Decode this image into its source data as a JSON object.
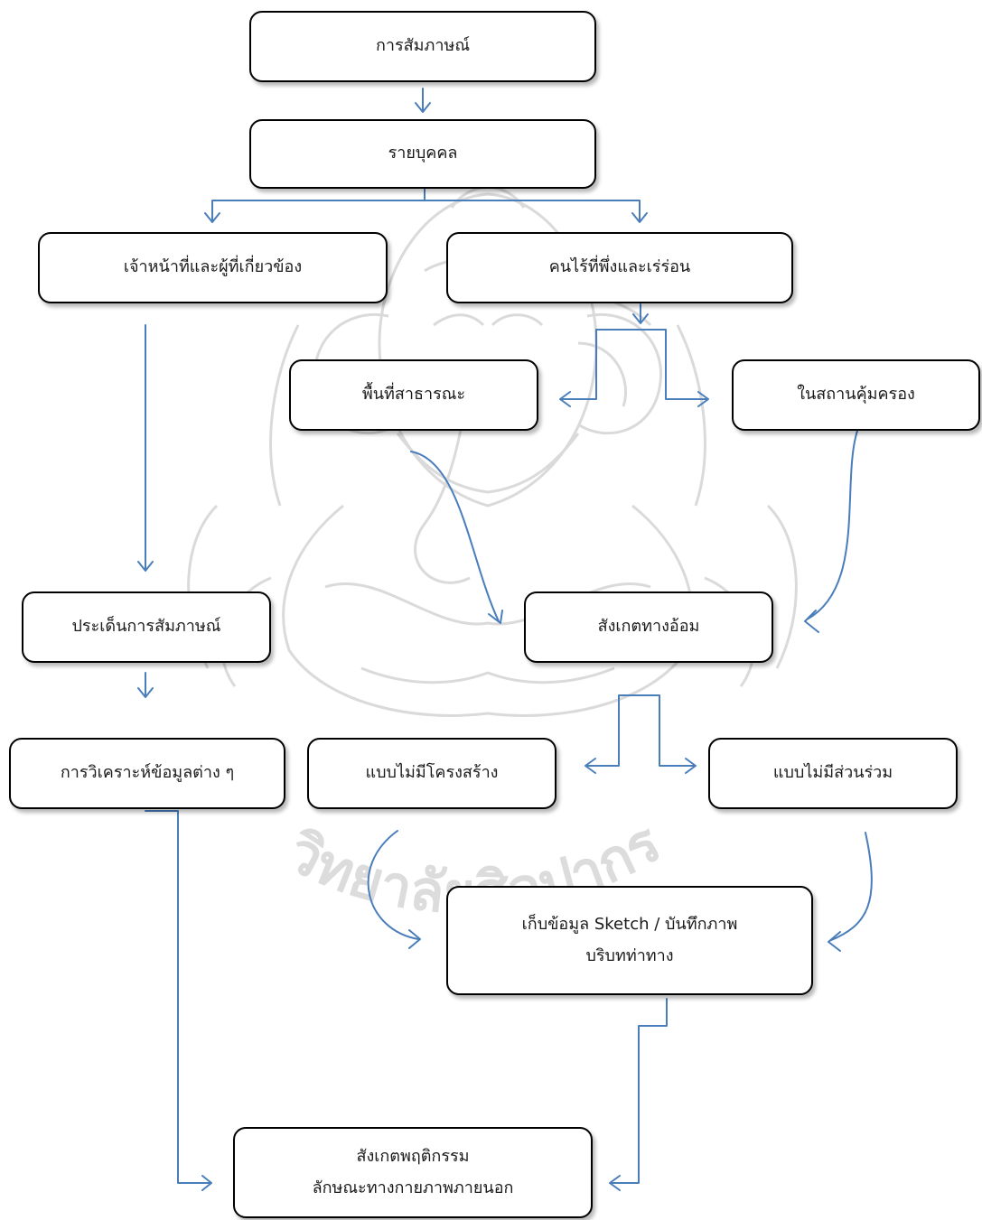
{
  "colors": {
    "connector": "#4a7ebb",
    "box_border": "#000000",
    "box_fill": "#ffffff",
    "watermark": "#d4d4d4"
  },
  "watermark": {
    "arc_text": "วิทยาลัยศิลปากร",
    "icon": "ganesha-emblem"
  },
  "nodes": {
    "interview": {
      "label": "การสัมภาษณ์"
    },
    "individual": {
      "label": "รายบุคคล"
    },
    "staff": {
      "label": "เจ้าหน้าที่และผู้ที่เกี่ยวข้อง"
    },
    "homeless": {
      "label": "คนไร้ที่พึ่งและเร่ร่อน"
    },
    "public_space": {
      "label": "พื้นที่สาธารณะ"
    },
    "shelter": {
      "label": "ในสถานคุ้มครอง"
    },
    "interview_issues": {
      "label": "ประเด็นการสัมภาษณ์"
    },
    "indirect_observation": {
      "label": "สังเกตทางอ้อม"
    },
    "data_analysis": {
      "label": "การวิเคราะห์ข้อมูลต่าง ๆ"
    },
    "unstructured": {
      "label": "แบบไม่มีโครงสร้าง"
    },
    "non_participant": {
      "label": "แบบไม่มีส่วนร่วม"
    },
    "data_collection": {
      "line1": "เก็บข้อมูล Sketch / บันทึกภาพ",
      "line2": "บริบทท่าทาง"
    },
    "behavior_observation": {
      "line1": "สังเกตพฤติกรรม",
      "line2": "ลักษณะทางกายภาพภายนอก"
    }
  }
}
